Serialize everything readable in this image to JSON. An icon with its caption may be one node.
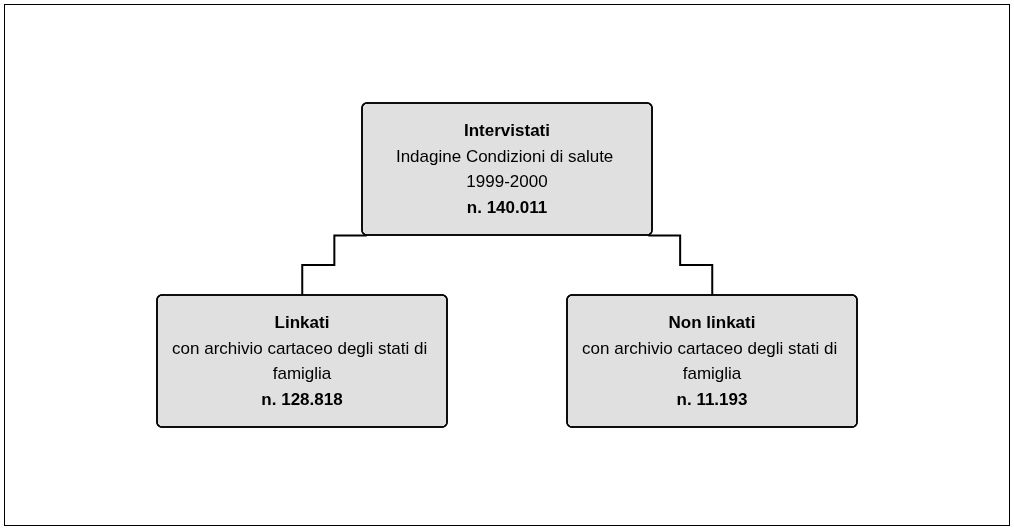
{
  "diagram": {
    "nodes": [
      {
        "text": [
          "Intervistati",
          "Indagine Condizioni di salute 1999-2000",
          "n. 140.011"
        ]
      },
      {
        "text": [
          "Linkati",
          "con archivio cartaceo degli stati di famiglia",
          "n. 128.818"
        ]
      },
      {
        "text": [
          "Non linkati",
          "con archivio cartaceo degli stati di famiglia",
          "n. 11.193"
        ]
      }
    ],
    "edges": [
      {
        "from": 0,
        "to": 1,
        "arrow": "none"
      },
      {
        "from": 0,
        "to": 2,
        "arrow": "none"
      }
    ]
  }
}
